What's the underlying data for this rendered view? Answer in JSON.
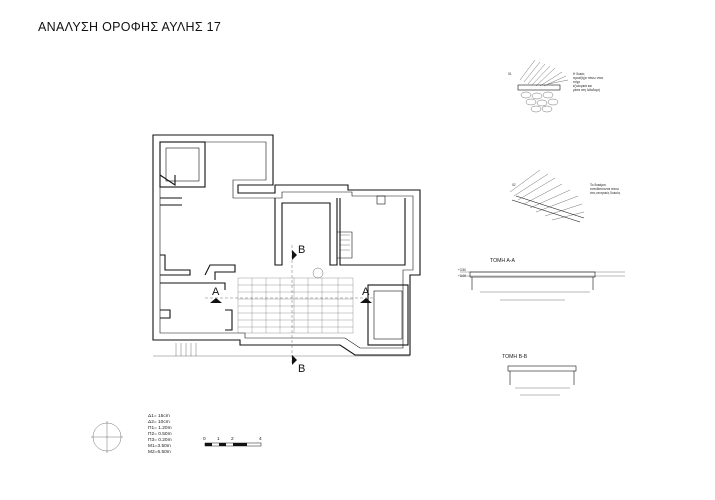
{
  "sheet": {
    "title": "ΑΝΑΛΥΣΗ ΟΡΟΦΗΣ ΑΥΛΗΣ 17"
  },
  "plan": {
    "section_marks": [
      "A",
      "A",
      "B",
      "B"
    ]
  },
  "detail1": {
    "callout_number": "01",
    "note_lines": [
      "Η δοκός",
      "προεξέχει πάνω στον",
      "τοίχο",
      "εξωτερικά και",
      "μέσα στη λιθοδομή"
    ]
  },
  "detail2": {
    "callout_number": "02",
    "note_lines": [
      "Τα δοκάρια",
      "τοποθετούνται πάνω",
      "στις κεντρικές δοκούς"
    ]
  },
  "section_aa": {
    "title": "ΤΟΜΗ Α-Α",
    "level_labels": [
      "+3.50",
      "+3.00"
    ]
  },
  "section_bb": {
    "title": "ΤΟΜΗ Β-Β"
  },
  "legend": {
    "lines": [
      "Δ1= 15cm",
      "Δ2= 10cm",
      "Π1= 1.20m",
      "Π2= 0.50m",
      "Π3= 0.20m",
      "Μ1=3.50m",
      "Μ2=6.50m"
    ]
  },
  "scale_bar": {
    "ticks": [
      "0",
      "1",
      "2",
      "4"
    ]
  }
}
